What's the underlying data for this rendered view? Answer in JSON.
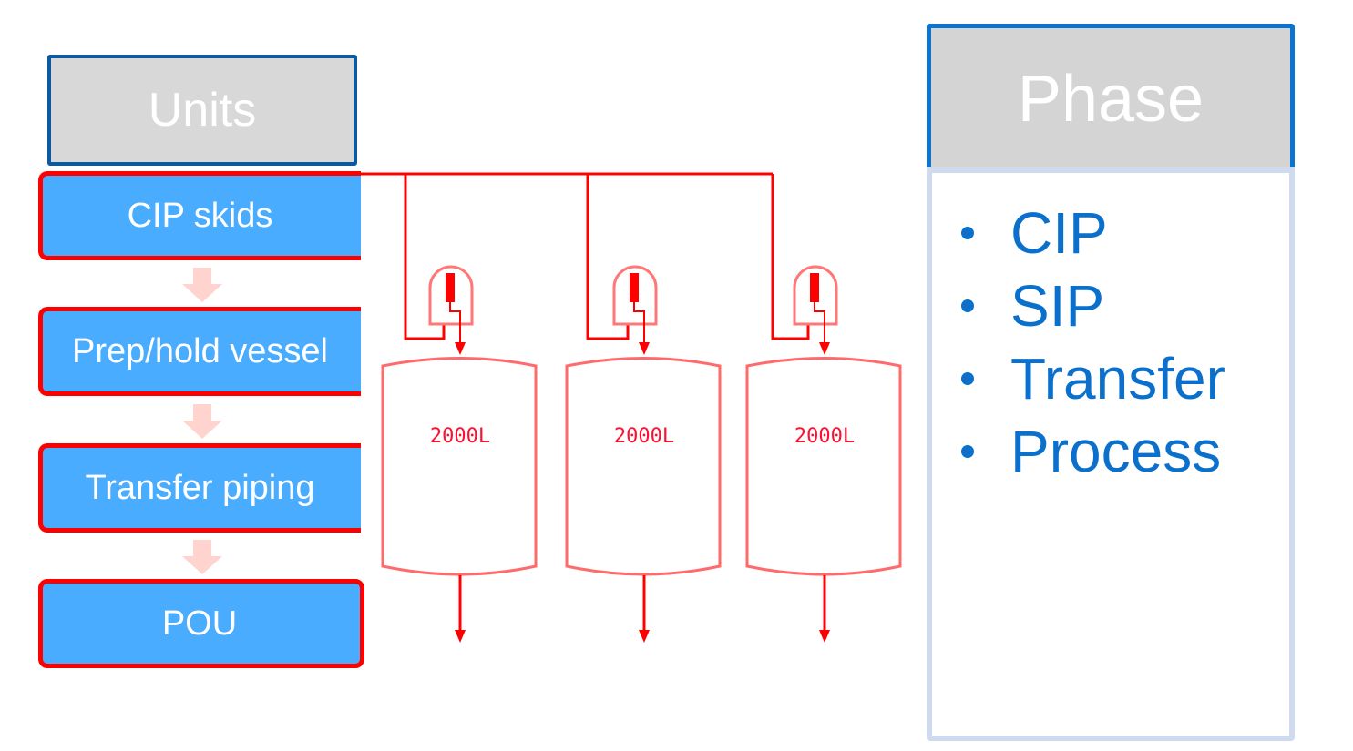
{
  "units": {
    "title": "Units",
    "items": [
      {
        "label": "CIP skids"
      },
      {
        "label": "Prep/hold vessel"
      },
      {
        "label": "Transfer piping"
      },
      {
        "label": "POU"
      }
    ]
  },
  "tanks": [
    {
      "label": "2000L"
    },
    {
      "label": "2000L"
    },
    {
      "label": "2000L"
    }
  ],
  "phase": {
    "title": "Phase",
    "items": [
      {
        "label": "CIP"
      },
      {
        "label": "SIP"
      },
      {
        "label": "Transfer"
      },
      {
        "label": "Process"
      }
    ]
  },
  "colors": {
    "unit_fill": "#4aacff",
    "unit_border": "#ff0000",
    "header_fill": "#d8d8d8",
    "units_header_border": "#0b5aa0",
    "phase_header_border": "#0b74d0",
    "phase_text": "#0b70cc",
    "piping": "#ff0000",
    "flow_arrow": "#ffd4cf"
  }
}
